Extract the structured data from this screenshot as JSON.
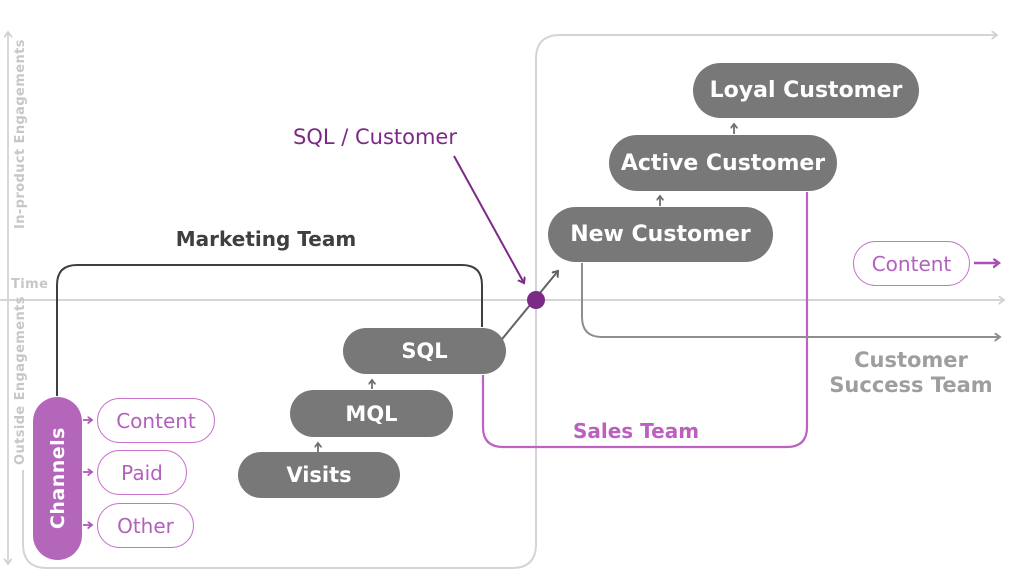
{
  "axes": {
    "vertical_top": "In-product Engagements",
    "vertical_bottom": "Outside Engagements",
    "horizontal": "Time"
  },
  "teams": {
    "marketing": "Marketing Team",
    "sales": "Sales Team",
    "customer_success_line1": "Customer",
    "customer_success_line2": "Success Team"
  },
  "stages": {
    "visits": "Visits",
    "mql": "MQL",
    "sql": "SQL",
    "new_customer": "New Customer",
    "active_customer": "Active Customer",
    "loyal_customer": "Loyal Customer"
  },
  "channels": {
    "label": "Channels",
    "items": [
      "Content",
      "Paid",
      "Other"
    ]
  },
  "outputs": {
    "content": "Content"
  },
  "annotations": {
    "sql_customer": "SQL / Customer"
  },
  "colors": {
    "stage_fill": "#787878",
    "stage_text": "#ffffff",
    "channels_fill": "#b466ba",
    "channel_outline": "#c973cc",
    "channel_text": "#b261bd",
    "sales_purple": "#bc60bf",
    "deep_purple": "#7b2a85",
    "marketing_dark": "#3f3f3f",
    "axis_light_gray": "#d3d0d3",
    "axis_text_gray": "#c9c6c9",
    "customer_success_gray": "#9e9e9e",
    "line_gray": "#8e8e8e"
  }
}
